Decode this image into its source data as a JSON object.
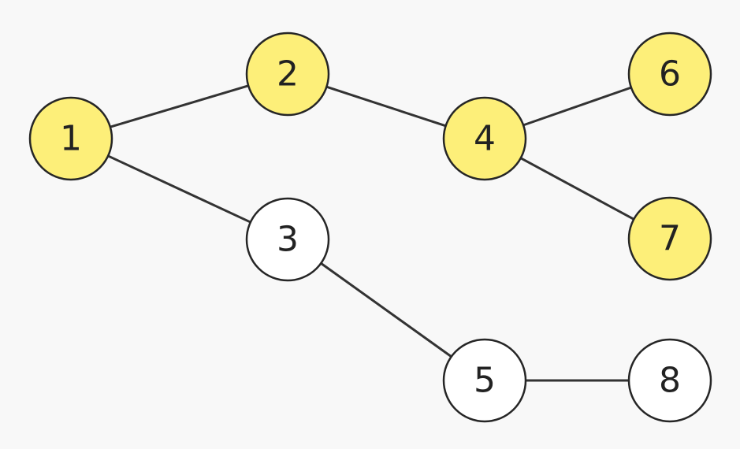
{
  "graph": {
    "colors": {
      "background": "#f8f8f8",
      "highlight_fill": "#fdef79",
      "default_fill": "#ffffff",
      "stroke": "#262626",
      "edge": "#333333"
    },
    "nodes": [
      {
        "id": "1",
        "label": "1",
        "highlighted": true
      },
      {
        "id": "2",
        "label": "2",
        "highlighted": true
      },
      {
        "id": "3",
        "label": "3",
        "highlighted": false
      },
      {
        "id": "4",
        "label": "4",
        "highlighted": true
      },
      {
        "id": "5",
        "label": "5",
        "highlighted": false
      },
      {
        "id": "6",
        "label": "6",
        "highlighted": true
      },
      {
        "id": "7",
        "label": "7",
        "highlighted": true
      },
      {
        "id": "8",
        "label": "8",
        "highlighted": false
      }
    ],
    "edges": [
      {
        "from": "1",
        "to": "2"
      },
      {
        "from": "1",
        "to": "3"
      },
      {
        "from": "2",
        "to": "4"
      },
      {
        "from": "4",
        "to": "6"
      },
      {
        "from": "4",
        "to": "7"
      },
      {
        "from": "3",
        "to": "5"
      },
      {
        "from": "5",
        "to": "8"
      }
    ]
  }
}
